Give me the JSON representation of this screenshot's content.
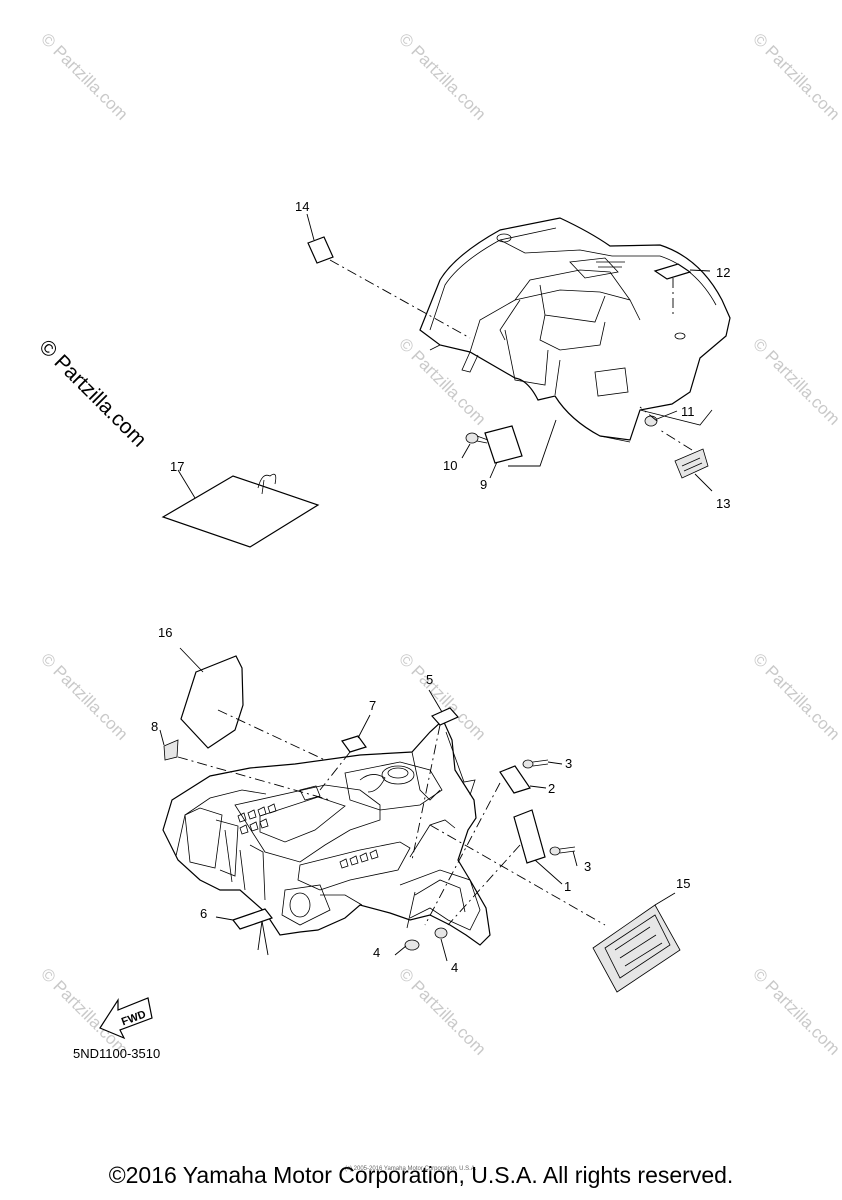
{
  "watermark": {
    "text": "© Partzilla.com",
    "prominent_text": "© Partzilla.com"
  },
  "diagram_code": "5ND1100-3510",
  "fwd_label": "FWD",
  "small_copyright": "(c) 2005-2016 Yamaha Motor Corporation, U.S.A.",
  "copyright": "©2016 Yamaha Motor Corporation, U.S.A. All rights reserved.",
  "callouts": {
    "c1": "1",
    "c2": "2",
    "c3a": "3",
    "c3b": "3",
    "c4a": "4",
    "c4b": "4",
    "c5": "5",
    "c6": "6",
    "c7": "7",
    "c8": "8",
    "c9": "9",
    "c10": "10",
    "c11": "11",
    "c12": "12",
    "c13": "13",
    "c14": "14",
    "c15": "15",
    "c16": "16",
    "c17": "17"
  }
}
